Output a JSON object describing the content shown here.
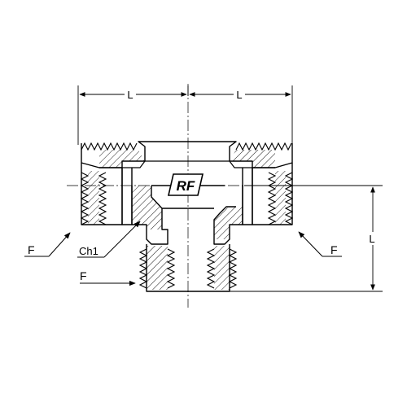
{
  "drawing": {
    "dimensions": {
      "length_left": "L",
      "length_right": "L",
      "length_vertical": "L"
    },
    "callouts": {
      "thread_left": "F",
      "thread_right": "F",
      "thread_bottom": "F",
      "hex_chamfer": "Ch1"
    },
    "logo": "RF",
    "colors": {
      "line": "#000000",
      "background": "#ffffff"
    }
  }
}
